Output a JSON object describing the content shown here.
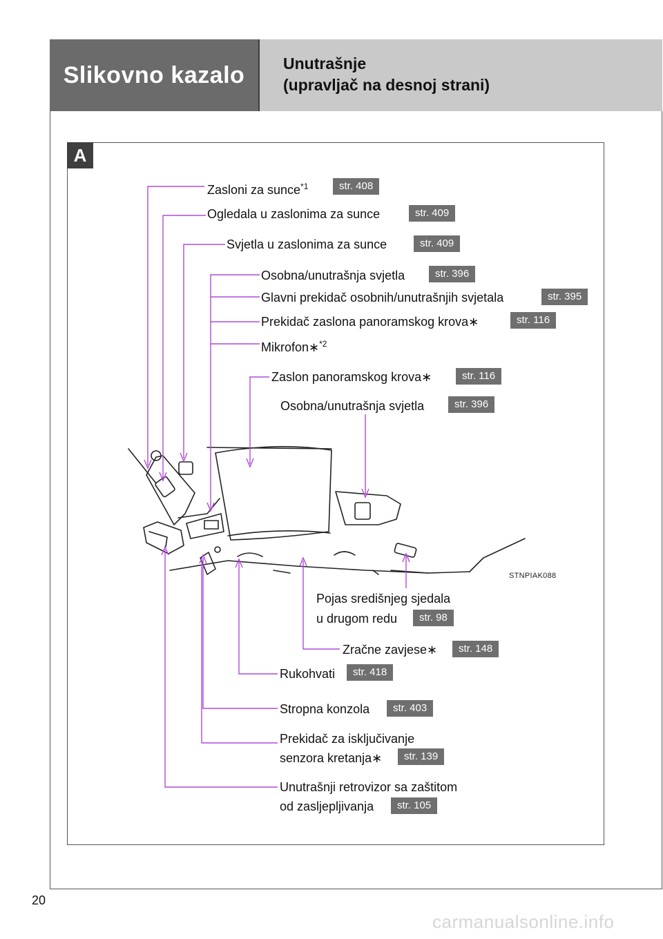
{
  "header": {
    "left_title": "Slikovno kazalo",
    "right_title_line1": "Unutrašnje",
    "right_title_line2": "(upravljač na desnoj strani)"
  },
  "section": {
    "badge": "A"
  },
  "callouts": {
    "sun_visors": {
      "label": "Zasloni za sunce",
      "mark": "*",
      "sup": "1",
      "ref": "str. 408"
    },
    "vanity_mirrors": {
      "label": "Ogledala u zaslonima za sunce",
      "ref": "str. 409"
    },
    "vanity_lights": {
      "label": "Svjetla u zaslonima za sunce",
      "ref": "str. 409"
    },
    "personal_lights_front": {
      "label": "Osobna/unutrašnja svjetla",
      "ref": "str. 396"
    },
    "main_switch": {
      "label": "Glavni prekidač osobnih/unutrašnjih svjetala",
      "ref": "str. 395"
    },
    "moon_roof_switch": {
      "label": "Prekidač zaslona panoramskog krova∗",
      "ref": "str. 116"
    },
    "microphone": {
      "label": "Mikrofon∗",
      "mark": "*",
      "sup": "2"
    },
    "roof_shade": {
      "label": "Zaslon panoramskog krova∗",
      "ref": "str. 116"
    },
    "personal_lights_rear": {
      "label": "Osobna/unutrašnja svjetla",
      "ref": "str. 396"
    },
    "center_belt": {
      "label_line1": "Pojas središnjeg sjedala",
      "label_line2": "u drugom redu",
      "ref": "str. 98"
    },
    "curtain_airbags": {
      "label": "Zračne zavjese∗",
      "ref": "str. 148"
    },
    "assist_grips": {
      "label": "Rukohvati",
      "ref": "str. 418"
    },
    "overhead_console": {
      "label": "Stropna konzola",
      "ref": "str. 403"
    },
    "intrusion_sensor": {
      "label_line1": "Prekidač za isključivanje",
      "label_line2": "senzora kretanja∗",
      "ref": "str. 139"
    },
    "rear_view_mirror": {
      "label_line1": "Unutrašnji retrovizor sa zaštitom",
      "label_line2": "od zasljepljivanja",
      "ref": "str. 105"
    }
  },
  "image_code": "STNPIAK088",
  "page_number": "20",
  "watermark": "carmanualsonline.info",
  "colors": {
    "leader_line": "#b04ad8",
    "ref_box": "#6f6f6f",
    "header_dark": "#6b6b6b",
    "header_light": "#c9c9c9"
  }
}
